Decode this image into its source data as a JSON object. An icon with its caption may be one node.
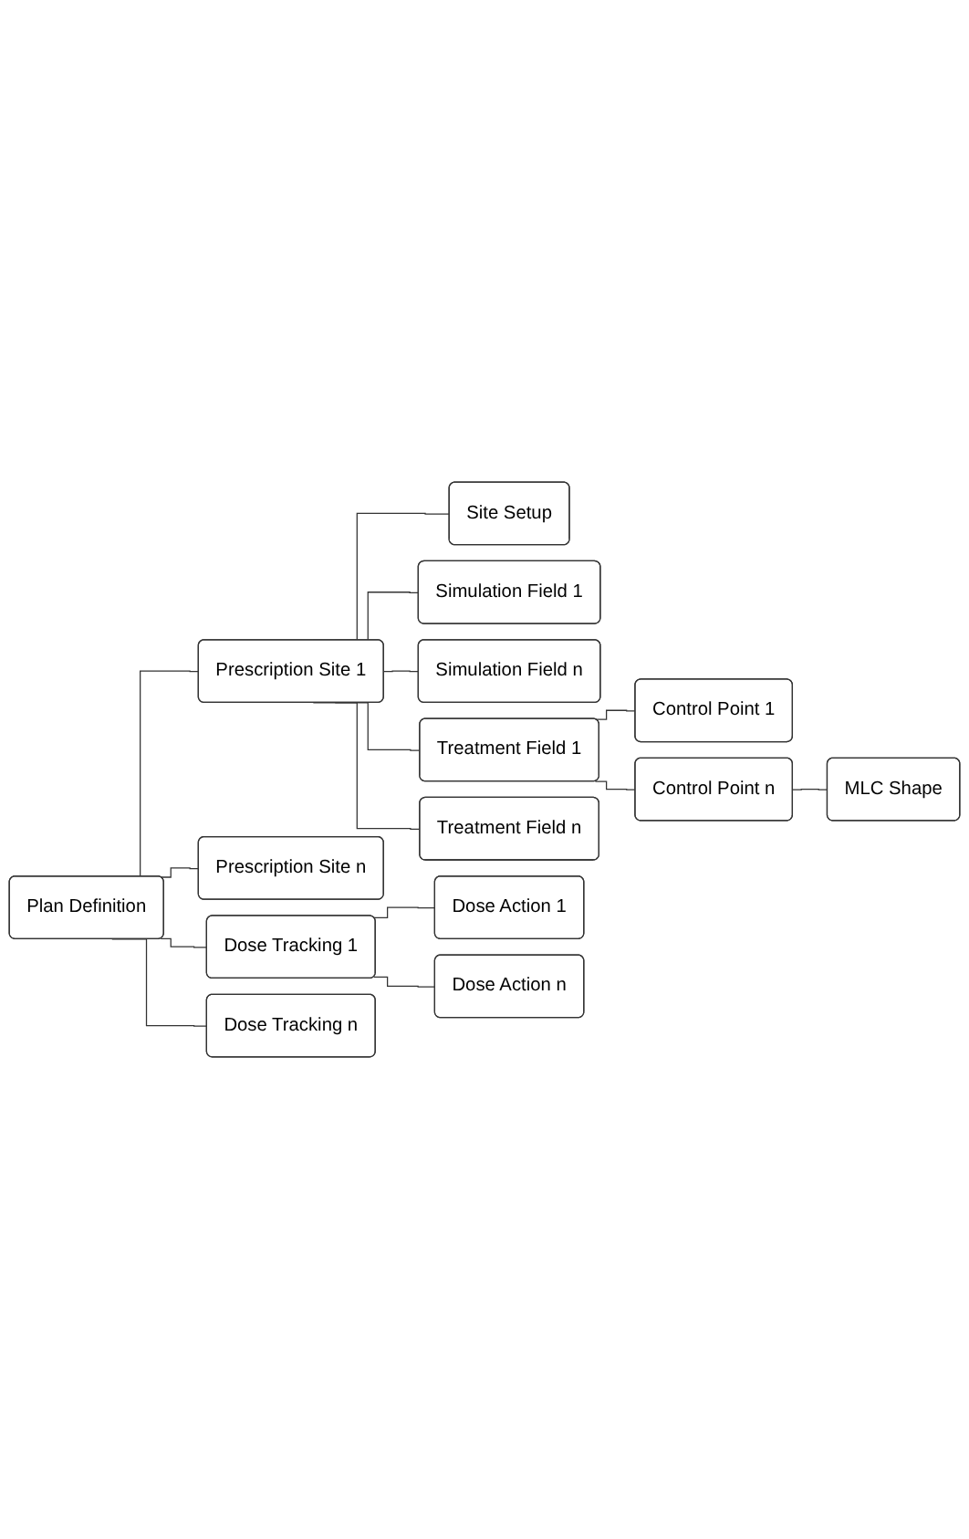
{
  "diagram": {
    "nodes": [
      {
        "text": [
          "Plan Definition"
        ]
      },
      {
        "text": [
          "Prescription Site 1"
        ]
      },
      {
        "text": [
          "Site Setup"
        ]
      },
      {
        "text": [
          "Simulation Field 1"
        ]
      },
      {
        "text": [
          "Simulation Field n"
        ]
      },
      {
        "text": [
          "Treatment Field 1"
        ]
      },
      {
        "text": [
          "Control Point 1"
        ]
      },
      {
        "text": [
          "Control Point n"
        ]
      },
      {
        "text": [
          "MLC Shape"
        ]
      },
      {
        "text": [
          "Treatment Field n"
        ]
      },
      {
        "text": [
          "Prescription Site n"
        ]
      },
      {
        "text": [
          "Dose Tracking 1"
        ]
      },
      {
        "text": [
          "Dose Action 1"
        ]
      },
      {
        "text": [
          "Dose Action n"
        ]
      },
      {
        "text": [
          "Dose Tracking n"
        ]
      }
    ],
    "edges": [
      {
        "from": 0,
        "to": 1,
        "arrow": "none"
      },
      {
        "from": 1,
        "to": 2,
        "arrow": "none"
      },
      {
        "from": 1,
        "to": 3,
        "arrow": "none"
      },
      {
        "from": 1,
        "to": 4,
        "arrow": "none"
      },
      {
        "from": 1,
        "to": 5,
        "arrow": "none"
      },
      {
        "from": 5,
        "to": 6,
        "arrow": "none"
      },
      {
        "from": 5,
        "to": 7,
        "arrow": "none"
      },
      {
        "from": 7,
        "to": 8,
        "arrow": "none"
      },
      {
        "from": 1,
        "to": 9,
        "arrow": "none"
      },
      {
        "from": 0,
        "to": 10,
        "arrow": "none"
      },
      {
        "from": 0,
        "to": 11,
        "arrow": "none"
      },
      {
        "from": 11,
        "to": 12,
        "arrow": "none"
      },
      {
        "from": 11,
        "to": 13,
        "arrow": "none"
      },
      {
        "from": 0,
        "to": 14,
        "arrow": "none"
      }
    ]
  }
}
